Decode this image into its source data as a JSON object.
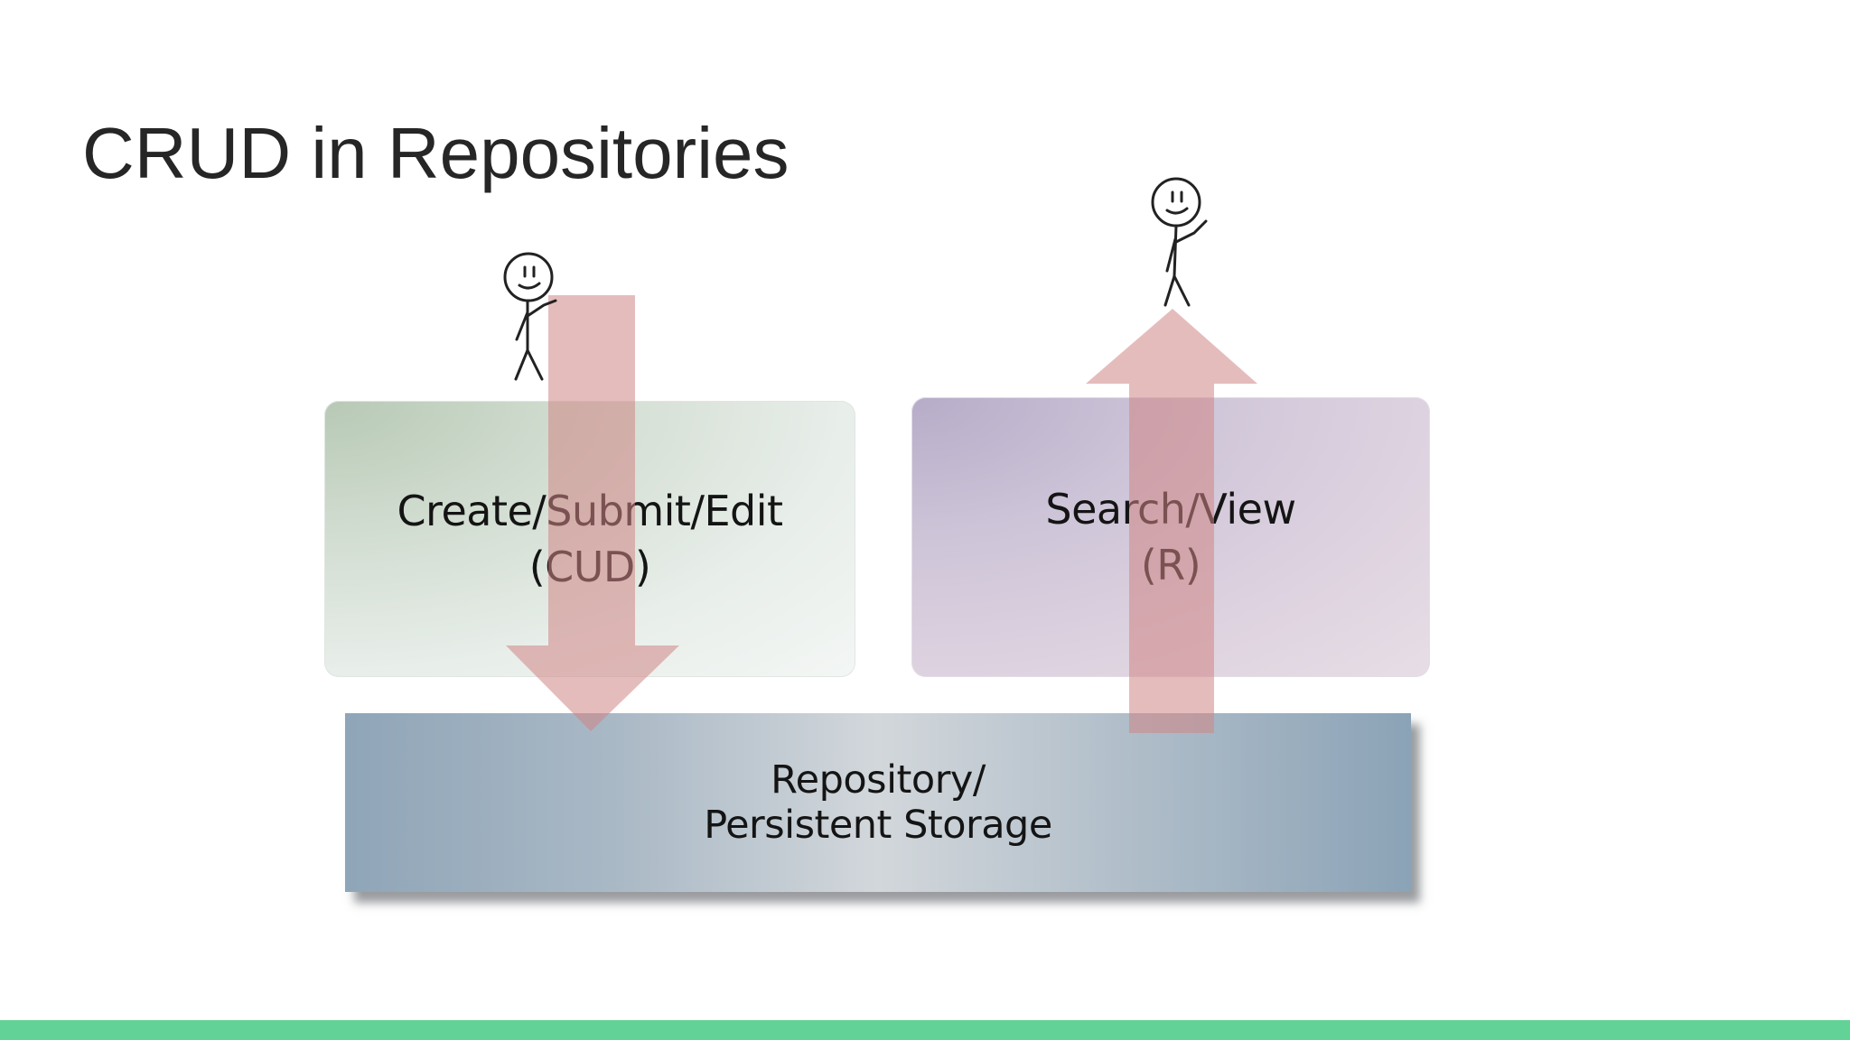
{
  "slide": {
    "title": "CRUD in Repositories"
  },
  "diagram": {
    "cud_box": {
      "line1": "Create/Submit/Edit",
      "line2": "(CUD)"
    },
    "read_box": {
      "line1": "Search/View",
      "line2": "(R)"
    },
    "repository_box": {
      "line1": "Repository/",
      "line2": "Persistent Storage"
    },
    "arrows": [
      {
        "direction": "down",
        "from": "cud_user",
        "to": "repository",
        "color": "#d48e8e"
      },
      {
        "direction": "up",
        "from": "repository",
        "to": "read_user",
        "color": "#d48e8e"
      }
    ],
    "figures": [
      {
        "icon": "stick-figure-icon",
        "role": "cud_user"
      },
      {
        "icon": "stick-figure-icon",
        "role": "read_user"
      }
    ]
  },
  "theme": {
    "accent_bar": "#63d297",
    "title_color": "#262626"
  }
}
